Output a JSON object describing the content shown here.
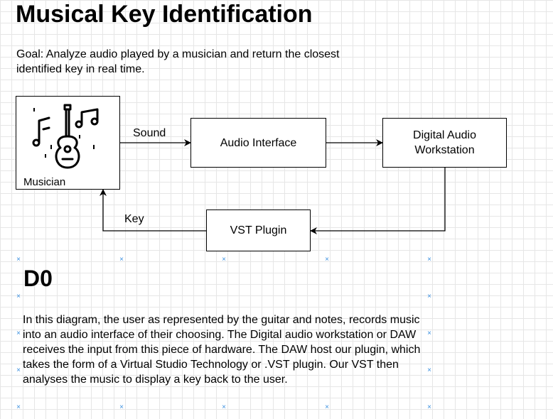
{
  "title": "Musical Key Identification",
  "goal": "Goal: Analyze audio played by a musician and return the closest identified key in real time.",
  "nodes": {
    "musician": "Musician",
    "audio_interface": "Audio Interface",
    "daw": "Digital Audio Workstation",
    "vst": "VST Plugin"
  },
  "edges": {
    "sound": "Sound",
    "key": "Key"
  },
  "section": {
    "heading": "D0",
    "text": "In this diagram, the user as represented by the guitar and notes, records music into an audio interface of their choosing. The Digital audio workstation or DAW receives the input from this piece of hardware. The DAW host our plugin, which takes the form of a Virtual Studio Technology or .VST plugin. Our VST then analyses the music to display a key back to the user."
  },
  "icons": {
    "musician": "guitar-music-notes-icon",
    "selection_handle": "x-marker"
  },
  "colors": {
    "grid": "#e6e6e6",
    "handle": "#3a8fe0",
    "stroke": "#000000"
  }
}
